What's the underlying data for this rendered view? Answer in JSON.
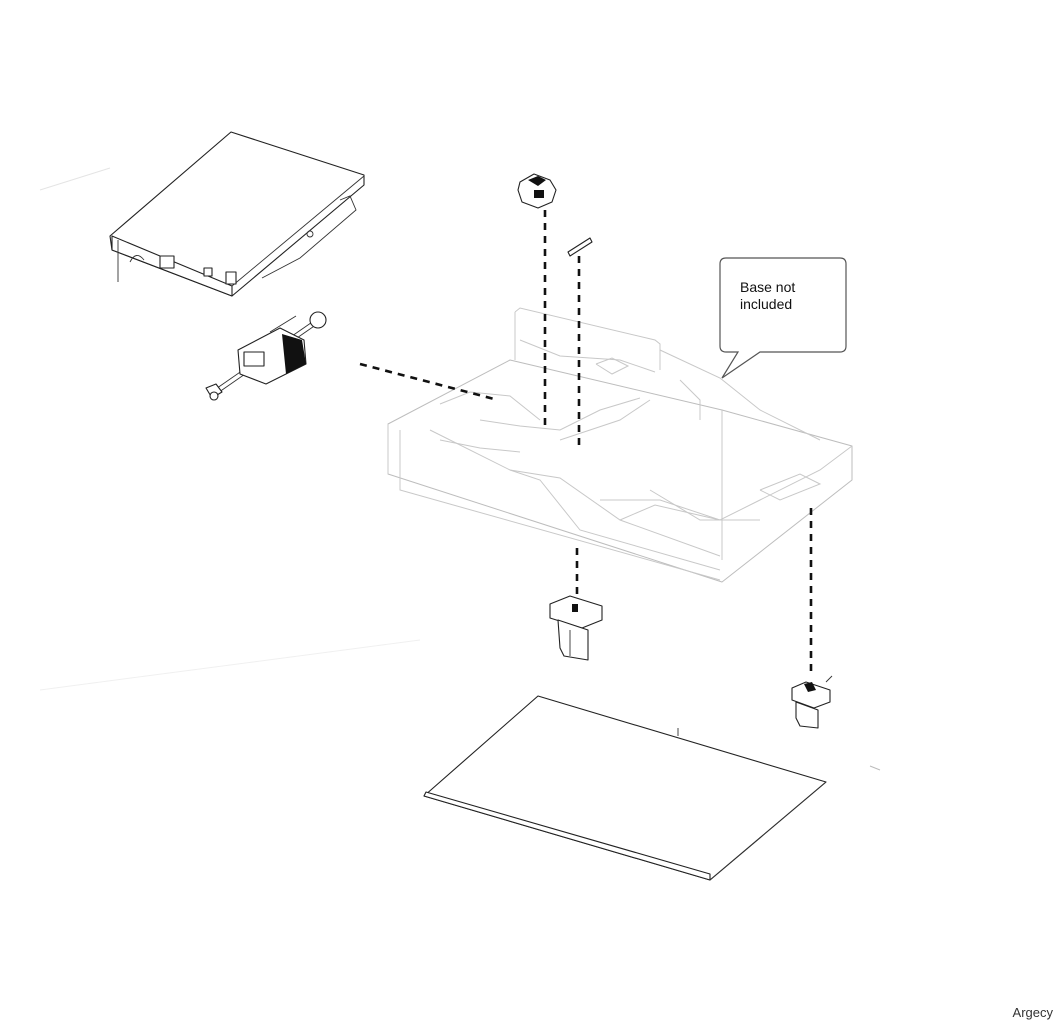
{
  "callout": {
    "line1": "Base not",
    "line2": "included"
  },
  "watermark": "Argecy",
  "colors": {
    "line": "#222222",
    "light_line": "#bdbdbd",
    "background": "#ffffff"
  }
}
